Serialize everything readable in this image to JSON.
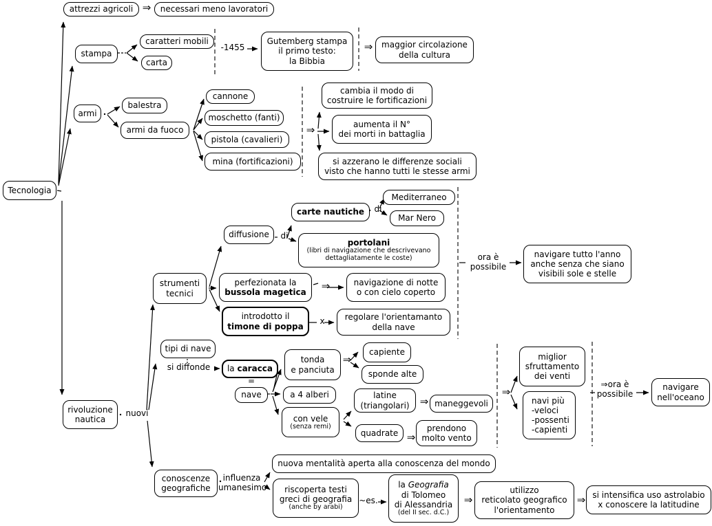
{
  "colors": {
    "background": "#ffffff",
    "stroke": "#000000"
  },
  "symbols": {
    "imply": "⇒"
  },
  "labels": {
    "year": "-1455",
    "di": "di",
    "x": "x",
    "equals": "=",
    "si_diffonde": "si diffonde",
    "nuovi": "nuovi",
    "ora_possibile": "ora è\npossibile",
    "imply_ora_possibile": "⇒ora è\npossibile",
    "influenza_umanesimo": "influenza\numanesimo",
    "es": "~es."
  },
  "nodes": {
    "tecnologia": {
      "label": "Tecnologia"
    },
    "attrezzi": {
      "label": "attrezzi agricoli"
    },
    "necessari": {
      "label": "necessari meno lavoratori"
    },
    "stampa": {
      "label": "stampa"
    },
    "caratteri": {
      "label": "caratteri mobili"
    },
    "carta": {
      "label": "carta"
    },
    "gutemberg": {
      "label": "Gutemberg stampa\nil primo testo:\nla Bibbia"
    },
    "maggior": {
      "label": "maggior circolazione\ndella cultura"
    },
    "armi": {
      "label": "armi"
    },
    "balestra": {
      "label": "balestra"
    },
    "armi_fuoco": {
      "label": "armi da fuoco"
    },
    "cannone": {
      "label": "cannone"
    },
    "moschetto": {
      "label": "moschetto (fanti)"
    },
    "pistola": {
      "label": "pistola (cavalieri)"
    },
    "mina": {
      "label": "mina (fortificazioni)"
    },
    "cambia": {
      "label": "cambia il modo di\ncostruire le fortificazioni"
    },
    "aumenta": {
      "label": "aumenta il N°\ndei morti in battaglia"
    },
    "azzerano": {
      "label": "si azzerano le differenze sociali\nvisto che hanno tutti le stesse armi"
    },
    "rivoluzione": {
      "label": "rivoluzione\nnautica"
    },
    "strumenti": {
      "label": "strumenti\ntecnici"
    },
    "diffusione": {
      "label": "diffusione"
    },
    "carte_nautiche": {
      "label": "carte nautiche"
    },
    "mediterraneo": {
      "label": "Mediterraneo"
    },
    "mar_nero": {
      "label": "Mar Nero"
    },
    "portolani": {
      "title": "portolani",
      "sub": "(libri di navigazione che descrivevano\ndettagliatamente le coste)"
    },
    "bussola": {
      "pre": "perfezionata la",
      "bold": "bussola magetica"
    },
    "navigazione_notte": {
      "label": "navigazione di notte\no con cielo coperto"
    },
    "timone": {
      "pre": "introdotto il",
      "bold": "timone di poppa"
    },
    "regolare": {
      "label": "regolare l'orientamanto\ndella nave"
    },
    "navigare_anno": {
      "label": "navigare tutto l'anno\nanche senza che siano\nvisibili sole e stelle"
    },
    "tipi_nave": {
      "label": "tipi di nave"
    },
    "caracca": {
      "pre": "la ",
      "bold": "caracca"
    },
    "nave": {
      "label": "nave"
    },
    "tonda": {
      "label": "tonda\ne panciuta"
    },
    "capiente": {
      "label": "capiente"
    },
    "sponde": {
      "label": "sponde alte"
    },
    "a4alberi": {
      "label": "a 4 alberi"
    },
    "convele": {
      "main": "con vele",
      "sub": "(senza remi)"
    },
    "latine": {
      "label": "latine\n(triangolari)"
    },
    "maneggevoli": {
      "label": "maneggevoli"
    },
    "quadrate": {
      "label": "quadrate"
    },
    "prendono": {
      "label": "prendono\nmolto vento"
    },
    "miglior": {
      "label": "miglior\nsfruttamento\ndei venti"
    },
    "navi": {
      "label": "navi più\n-veloci\n-possenti\n-capienti"
    },
    "navigare_oceano": {
      "label": "navigare\nnell'oceano"
    },
    "conoscenze": {
      "label": "conoscenze\ngeografiche"
    },
    "nuova_mentalita": {
      "label": "nuova mentalità aperta alla conoscenza del mondo"
    },
    "riscoperta": {
      "main": "riscoperta testi\ngreci di geografia",
      "sub": "(anche by arabi)"
    },
    "geografia": {
      "pre": "la ",
      "italic": "Geografia",
      "rest": "di Tolomeo\ndi Alessandria",
      "sub": "(del II sec. d.C.)"
    },
    "utilizzo": {
      "label": "utilizzo\nreticolato geografico\nl'orientamento"
    },
    "intensifica": {
      "label": "si intensifica uso astrolabio\nx conoscere la latitudine"
    }
  }
}
